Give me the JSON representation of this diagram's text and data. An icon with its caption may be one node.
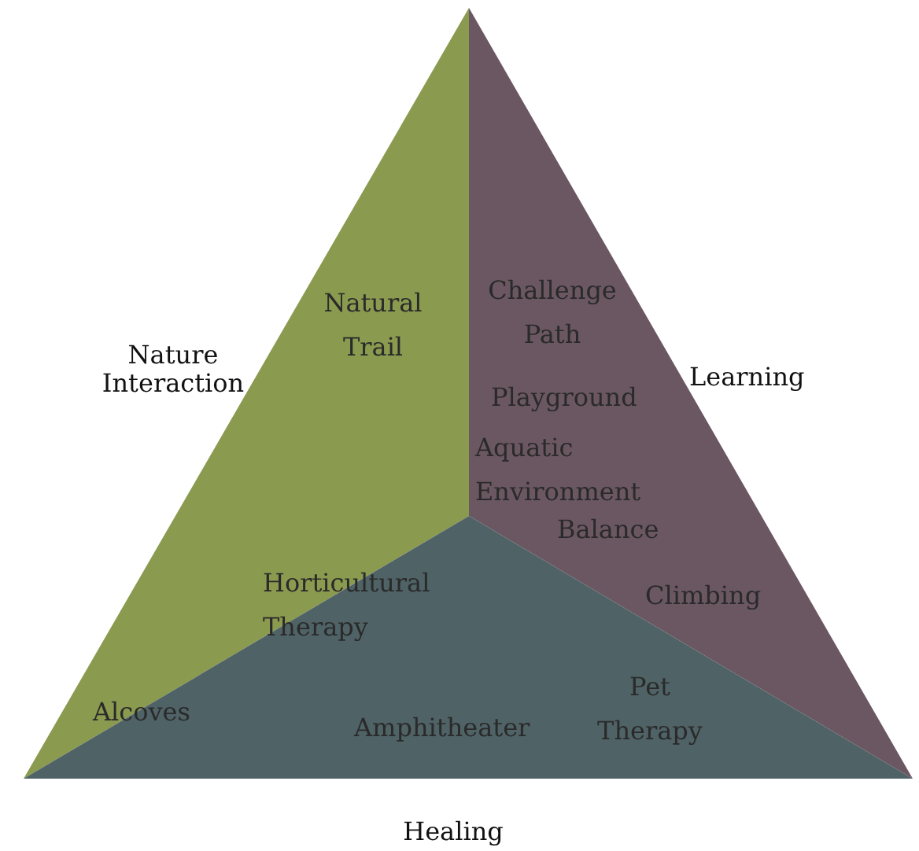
{
  "diagram": {
    "nodes": [
      {
        "text": [
          "Nature Interaction",
          "Natural Trail"
        ]
      },
      {
        "text": [
          "Learning",
          "Challenge Path",
          "Playground",
          "Aquatic Environment",
          "Balance",
          "Climbing"
        ]
      },
      {
        "text": [
          "Healing",
          "Horticultural Therapy",
          "Alcoves",
          "Amphitheater",
          "Pet Therapy"
        ]
      }
    ],
    "edges": []
  }
}
